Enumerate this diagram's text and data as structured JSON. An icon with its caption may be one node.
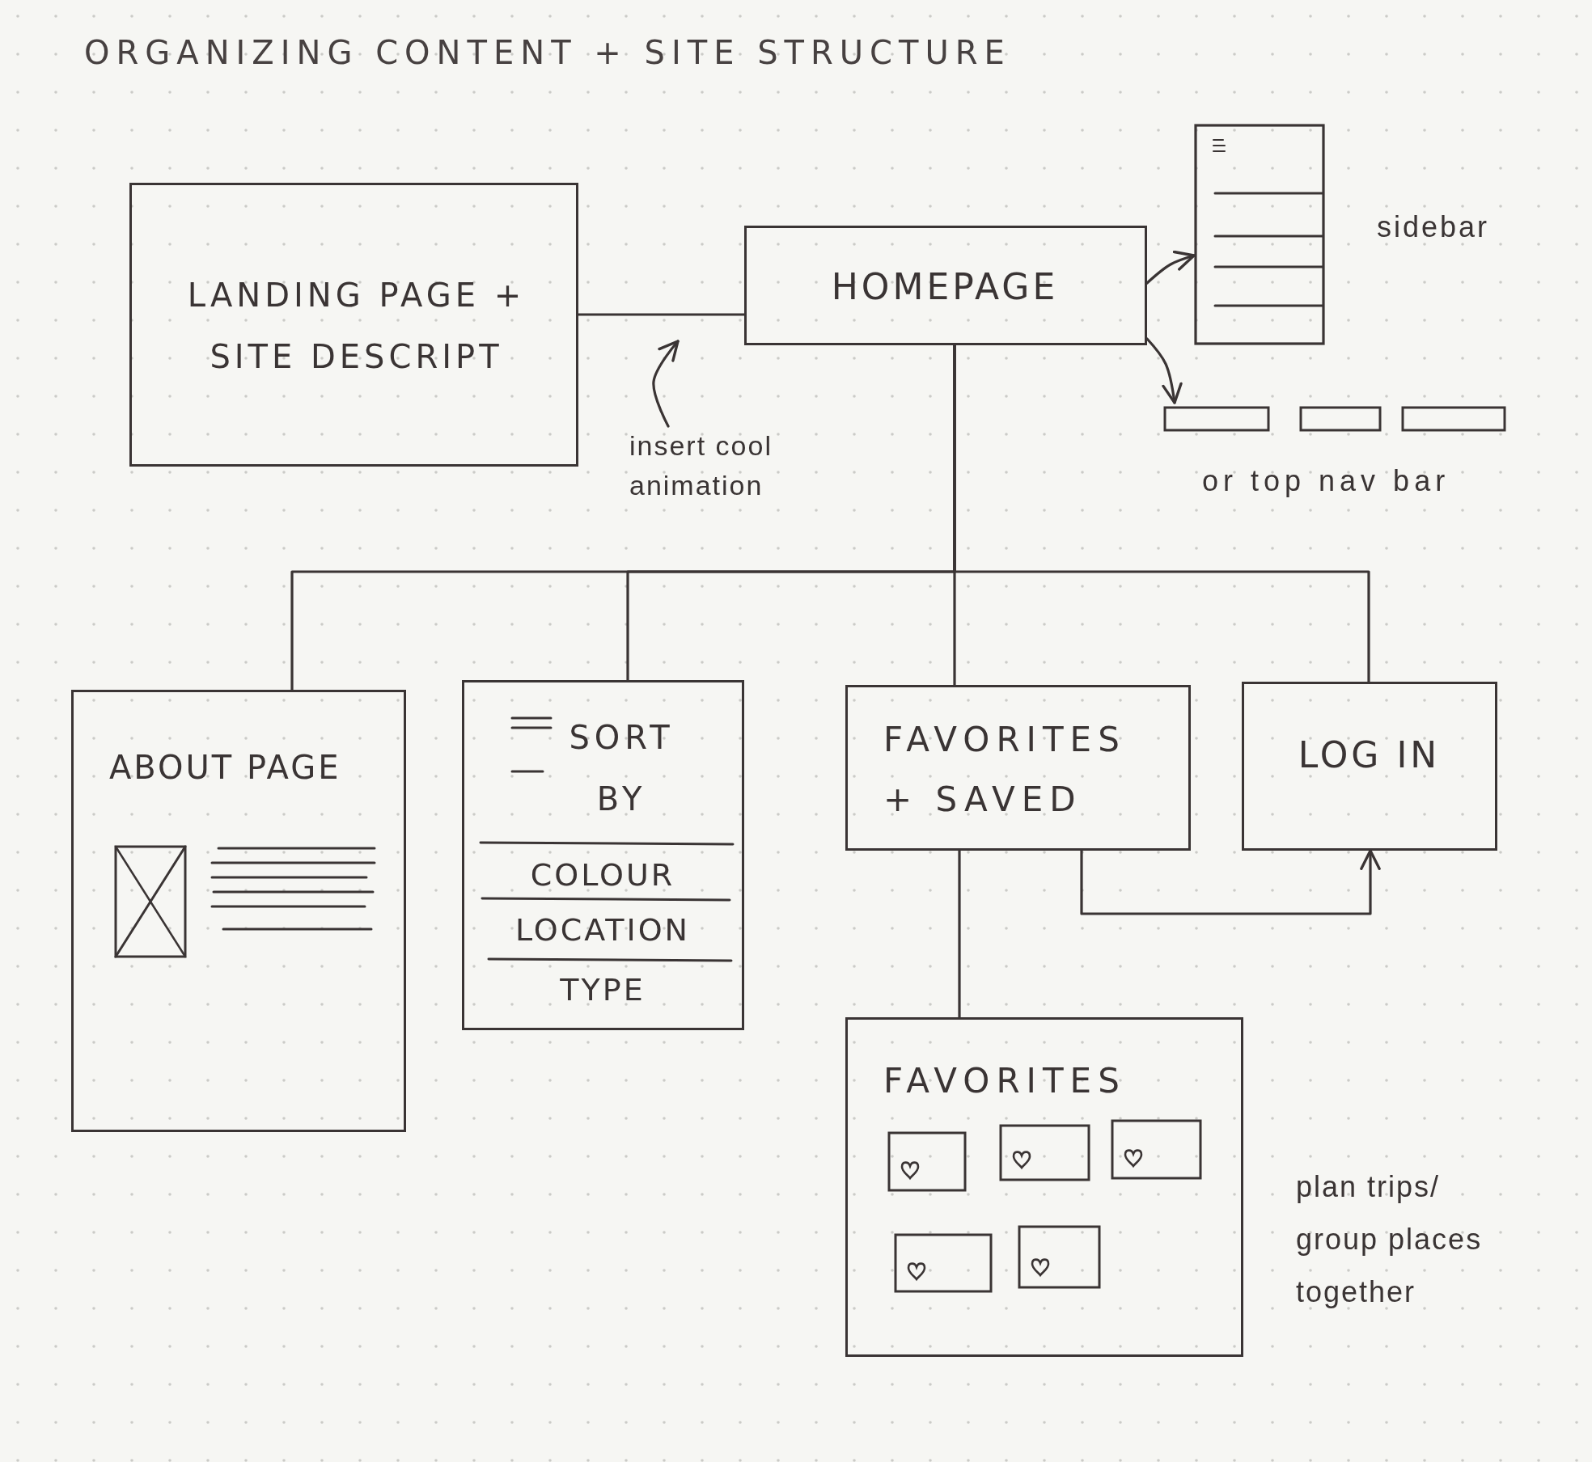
{
  "diagram": {
    "title": "ORGANIZING CONTENT + SITE STRUCTURE",
    "nodes": [
      {
        "text": [
          "LANDING PAGE + SITE DESCRIPT"
        ]
      },
      {
        "text": [
          "HOMEPAGE"
        ]
      },
      {
        "text": [],
        "shape": "picture",
        "beside": [
          "sidebar"
        ]
      },
      {
        "text": [],
        "shape": "picture",
        "beside": [
          "or top nav bar"
        ]
      },
      {
        "text": [
          "insert cool animation"
        ]
      },
      {
        "text": [
          "ABOUT PAGE"
        ]
      },
      {
        "text": [
          "SORT BY",
          "COLOUR",
          "LOCATION",
          "TYPE"
        ]
      },
      {
        "text": [
          "FAVORITES + SAVED"
        ]
      },
      {
        "text": [
          "LOG IN"
        ]
      },
      {
        "text": [
          "FAVORITES"
        ],
        "beside": [
          "plan trips/ group places together"
        ]
      }
    ],
    "edges": [
      {
        "from": 0,
        "to": 1,
        "arrow": "none"
      },
      {
        "from": 1,
        "to": 2,
        "arrow": "to"
      },
      {
        "from": 1,
        "to": 3,
        "arrow": "to"
      },
      {
        "from": 4,
        "to": null,
        "arrow": "to"
      },
      {
        "from": 1,
        "to": 5,
        "arrow": "none"
      },
      {
        "from": 1,
        "to": 6,
        "arrow": "none"
      },
      {
        "from": 1,
        "to": 7,
        "arrow": "none"
      },
      {
        "from": 1,
        "to": 8,
        "arrow": "none"
      },
      {
        "from": 7,
        "to": 9,
        "arrow": "none"
      },
      {
        "from": 7,
        "to": 8,
        "arrow": "to"
      }
    ]
  }
}
